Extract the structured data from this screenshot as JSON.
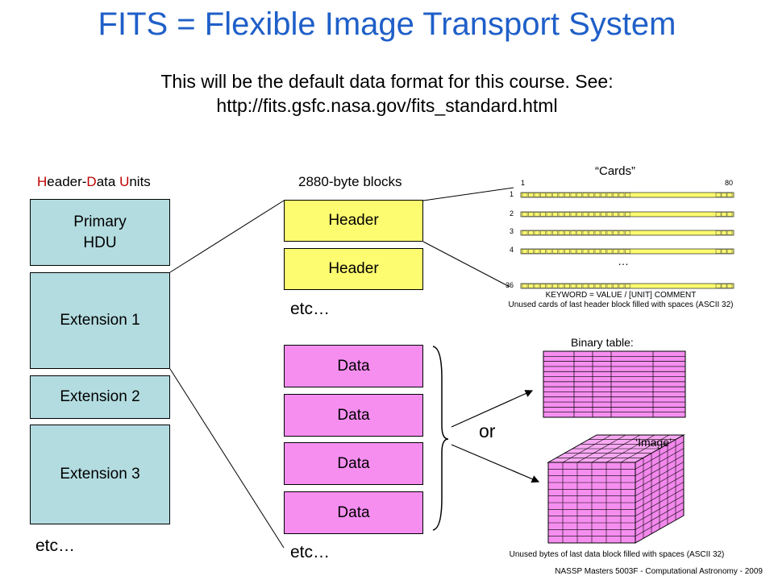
{
  "title": "FITS = Flexible Image Transport System",
  "subtitle_line1": "This will be the default data format for this course. See:",
  "subtitle_line2": "http://fits.gsfc.nasa.gov/fits_standard.html",
  "hdu_label": {
    "h": "H",
    "eader": "eader-",
    "d": "D",
    "ata": "ata ",
    "u": "U",
    "nits": "nits"
  },
  "blocks_label": "2880-byte blocks",
  "hdus": {
    "primary_l1": "Primary",
    "primary_l2": "HDU",
    "ext1": "Extension 1",
    "ext2": "Extension 2",
    "ext3": "Extension 3"
  },
  "etc": "etc…",
  "header_blocks": [
    "Header",
    "Header"
  ],
  "data_blocks": [
    "Data",
    "Data",
    "Data",
    "Data"
  ],
  "cards": {
    "title": "“Cards”",
    "col_start": "1",
    "col_end": "80",
    "rows": [
      "1",
      "2",
      "3",
      "4",
      "36"
    ],
    "ellipsis": "…",
    "keyword_line": "KEYWORD = VALUE / [UNIT] COMMENT",
    "unused_line": "Unused cards of last header block filled with spaces (ASCII 32)"
  },
  "or_label": "or",
  "binary_table_label": "Binary table:",
  "image_label": "‘Image’",
  "unused_bytes": "Unused bytes of last data block filled with spaces (ASCII 32)",
  "footer": "NASSP Masters 5003F - Computational Astronomy - 2009",
  "colors": {
    "title": "#1f5fc8",
    "hdu": "#b3dce0",
    "header": "#fdfb70",
    "data": "#f68ef0",
    "accent_red": "#c00000"
  }
}
